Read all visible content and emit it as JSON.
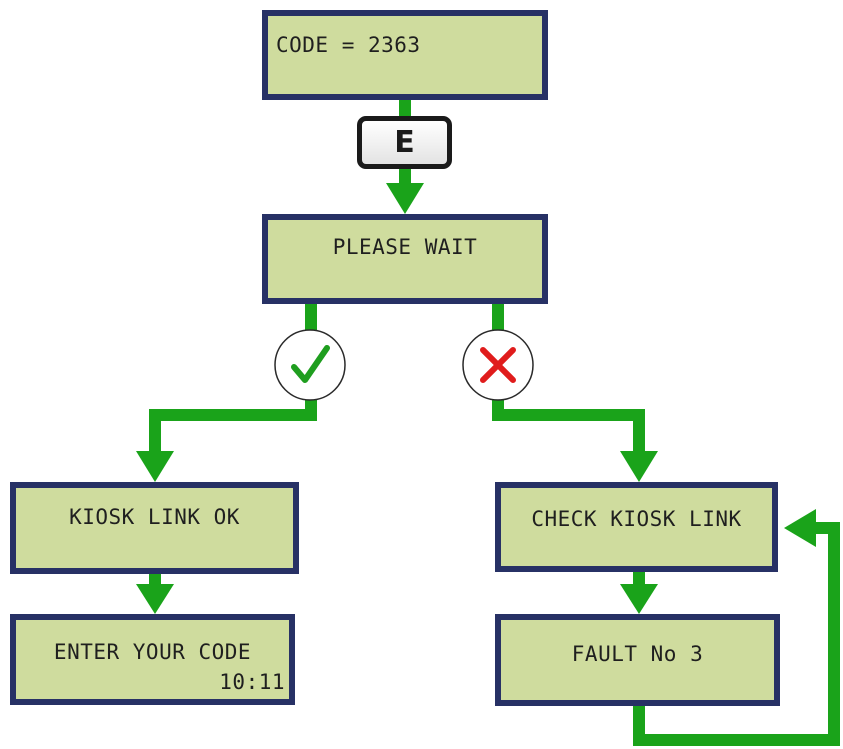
{
  "flowchart": {
    "screens": {
      "code": "CODE = 2363",
      "wait": "PLEASE WAIT",
      "link_ok": "KIOSK LINK OK",
      "enter_line1": "ENTER YOUR CODE",
      "enter_line2": "10:11",
      "check_link": "CHECK KIOSK LINK",
      "fault": "FAULT No 3"
    },
    "key_label": "E",
    "success_icon": "check-icon",
    "failure_icon": "cross-icon"
  },
  "colors": {
    "screen_fill": "#cfdc9e",
    "screen_border": "#273165",
    "arrow": "#1aa31a",
    "success": "#1f9e1f",
    "failure": "#e01c1c"
  }
}
